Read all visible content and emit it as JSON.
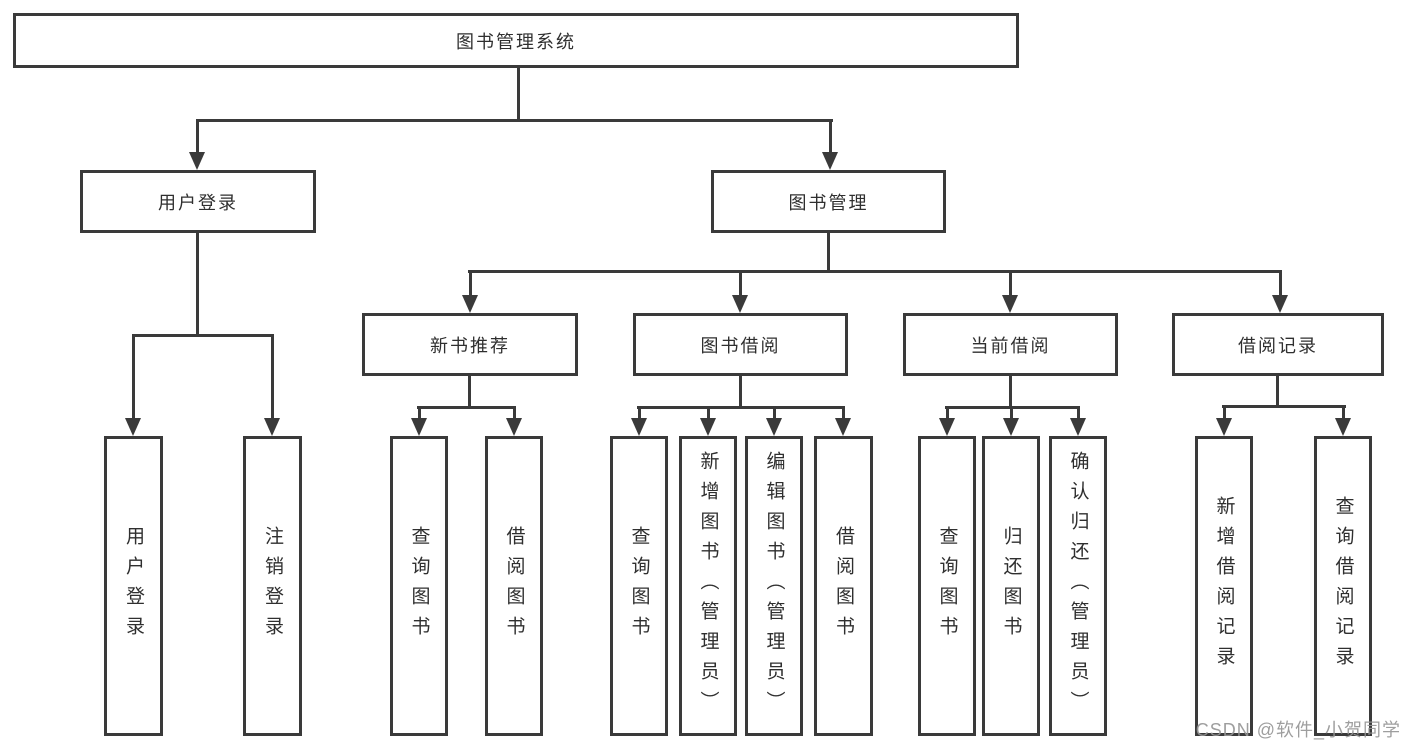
{
  "tree": {
    "root": "图书管理系统",
    "branches": [
      {
        "label": "用户登录",
        "children": [
          "用户登录",
          "注销登录"
        ]
      },
      {
        "label": "图书管理",
        "groups": [
          {
            "label": "新书推荐",
            "children": [
              "查询图书",
              "借阅图书"
            ]
          },
          {
            "label": "图书借阅",
            "children": [
              "查询图书",
              "新增图书（管理员）",
              "编辑图书（管理员）",
              "借阅图书"
            ]
          },
          {
            "label": "当前借阅",
            "children": [
              "查询图书",
              "归还图书",
              "确认归还（管理员）"
            ]
          },
          {
            "label": "借阅记录",
            "children": [
              "新增借阅记录",
              "查询借阅记录"
            ]
          }
        ]
      }
    ]
  },
  "watermark": "CSDN @软件_小贺同学",
  "colors": {
    "line": "#3a3a3a",
    "box_border": "#3a3a3a",
    "box_background": "#ffffff",
    "text": "#2f2f2f",
    "watermark": "#969696"
  }
}
